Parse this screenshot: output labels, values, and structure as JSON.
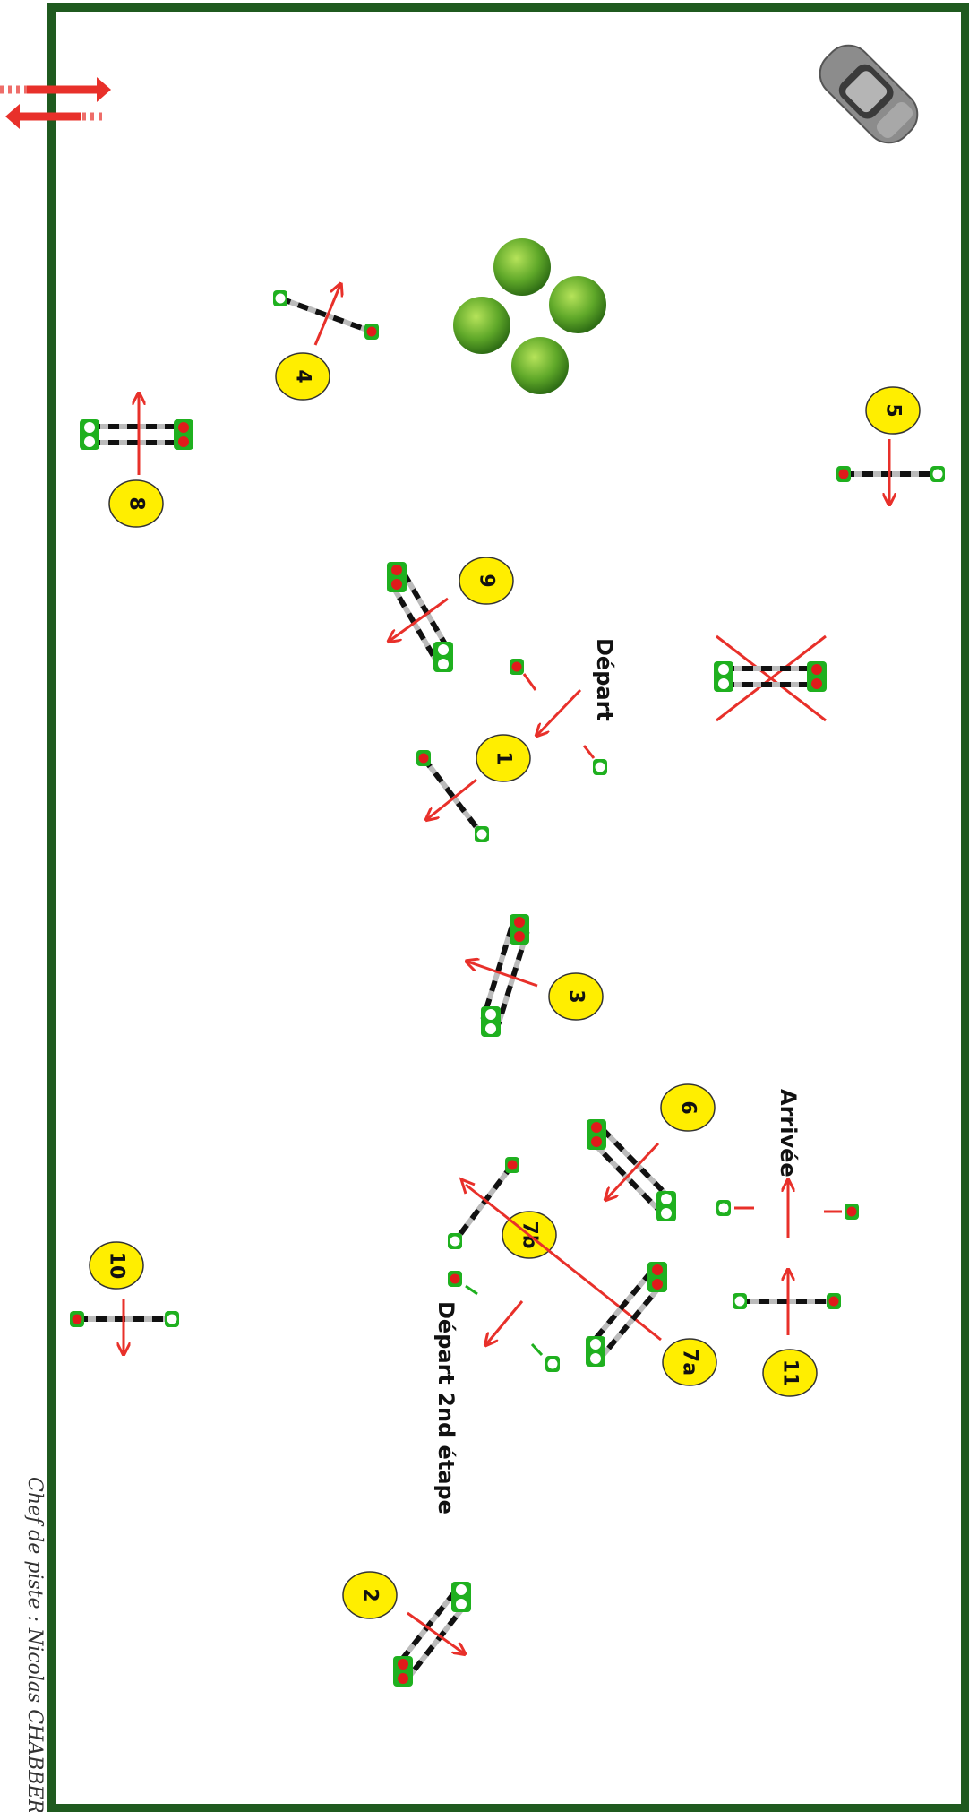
{
  "course": {
    "credit": "Chef de piste : Nicolas CHABBERT",
    "labels": {
      "depart": "Départ",
      "arrivee": "Arrivée",
      "depart2": "Départ 2nd étape"
    },
    "obstacle_numbers": [
      "1",
      "2",
      "3",
      "4",
      "5",
      "6",
      "7a",
      "7b",
      "8",
      "9",
      "10",
      "11"
    ]
  },
  "colors": {
    "border": "#1f5a1f",
    "arrow": "#e8302a",
    "number_bg": "#ffee00",
    "stand": "#1fb01f",
    "flag_red": "#e01b1b"
  },
  "icons": {
    "entrance": "double-arrow-icon",
    "car": "car-icon",
    "trees": "tree-cluster-icon",
    "cancelled": "crossed-obstacle-icon"
  }
}
